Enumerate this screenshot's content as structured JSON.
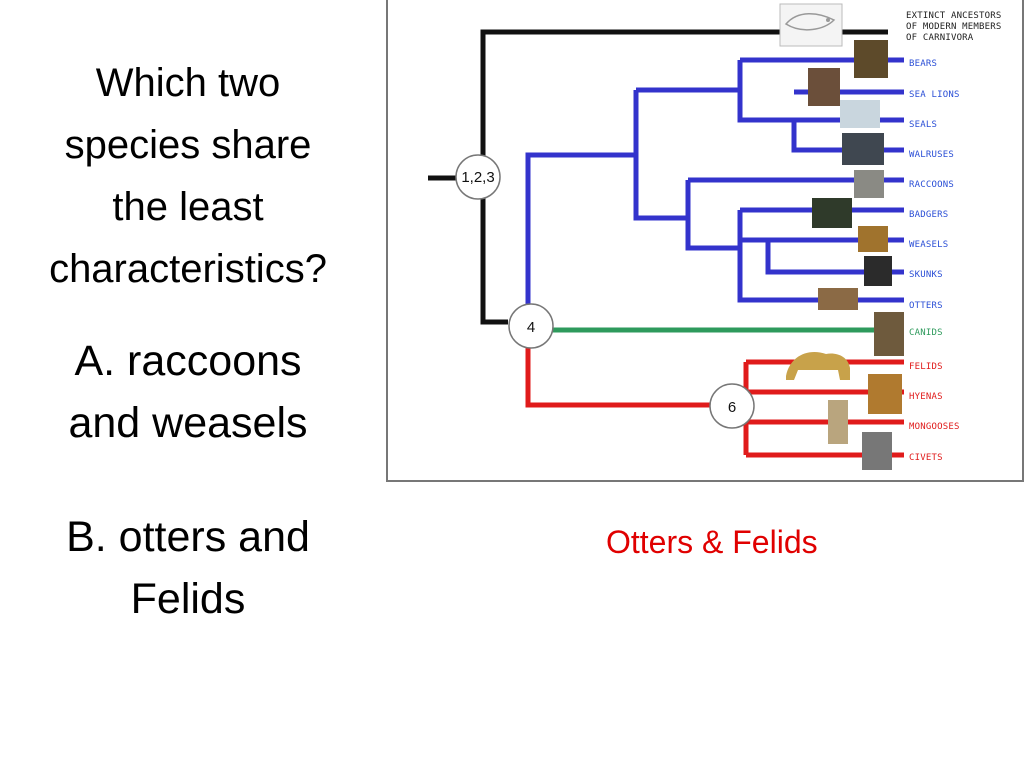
{
  "slide": {
    "question": "Which two species share the least characteristics?",
    "option_a": "A. raccoons and weasels",
    "option_b": "B. otters and Felids",
    "answer_note": "Otters & Felids"
  },
  "tree": {
    "ancestor_label": [
      "EXTINCT ANCESTORS",
      "OF MODERN MEMBERS",
      "OF CARNIVORA"
    ],
    "node_labels": [
      "1,2,3",
      "4",
      "6"
    ],
    "taxa": [
      {
        "name": "BEARS",
        "clade": "blue"
      },
      {
        "name": "SEA LIONS",
        "clade": "blue"
      },
      {
        "name": "SEALS",
        "clade": "blue"
      },
      {
        "name": "WALRUSES",
        "clade": "blue"
      },
      {
        "name": "RACCOONS",
        "clade": "blue"
      },
      {
        "name": "BADGERS",
        "clade": "blue"
      },
      {
        "name": "WEASELS",
        "clade": "blue"
      },
      {
        "name": "SKUNKS",
        "clade": "blue"
      },
      {
        "name": "OTTERS",
        "clade": "blue"
      },
      {
        "name": "CANIDS",
        "clade": "green"
      },
      {
        "name": "FELIDS",
        "clade": "red"
      },
      {
        "name": "HYENAS",
        "clade": "red"
      },
      {
        "name": "MONGOOSES",
        "clade": "red"
      },
      {
        "name": "CIVETS",
        "clade": "red"
      }
    ],
    "colors": {
      "ancestor": "#111111",
      "blue": "#3333cc",
      "green": "#2e9a5c",
      "red": "#e01b1b",
      "label_blue": "#2b4fd6",
      "label_green": "#2e9a5c",
      "label_red": "#e01b1b"
    }
  }
}
